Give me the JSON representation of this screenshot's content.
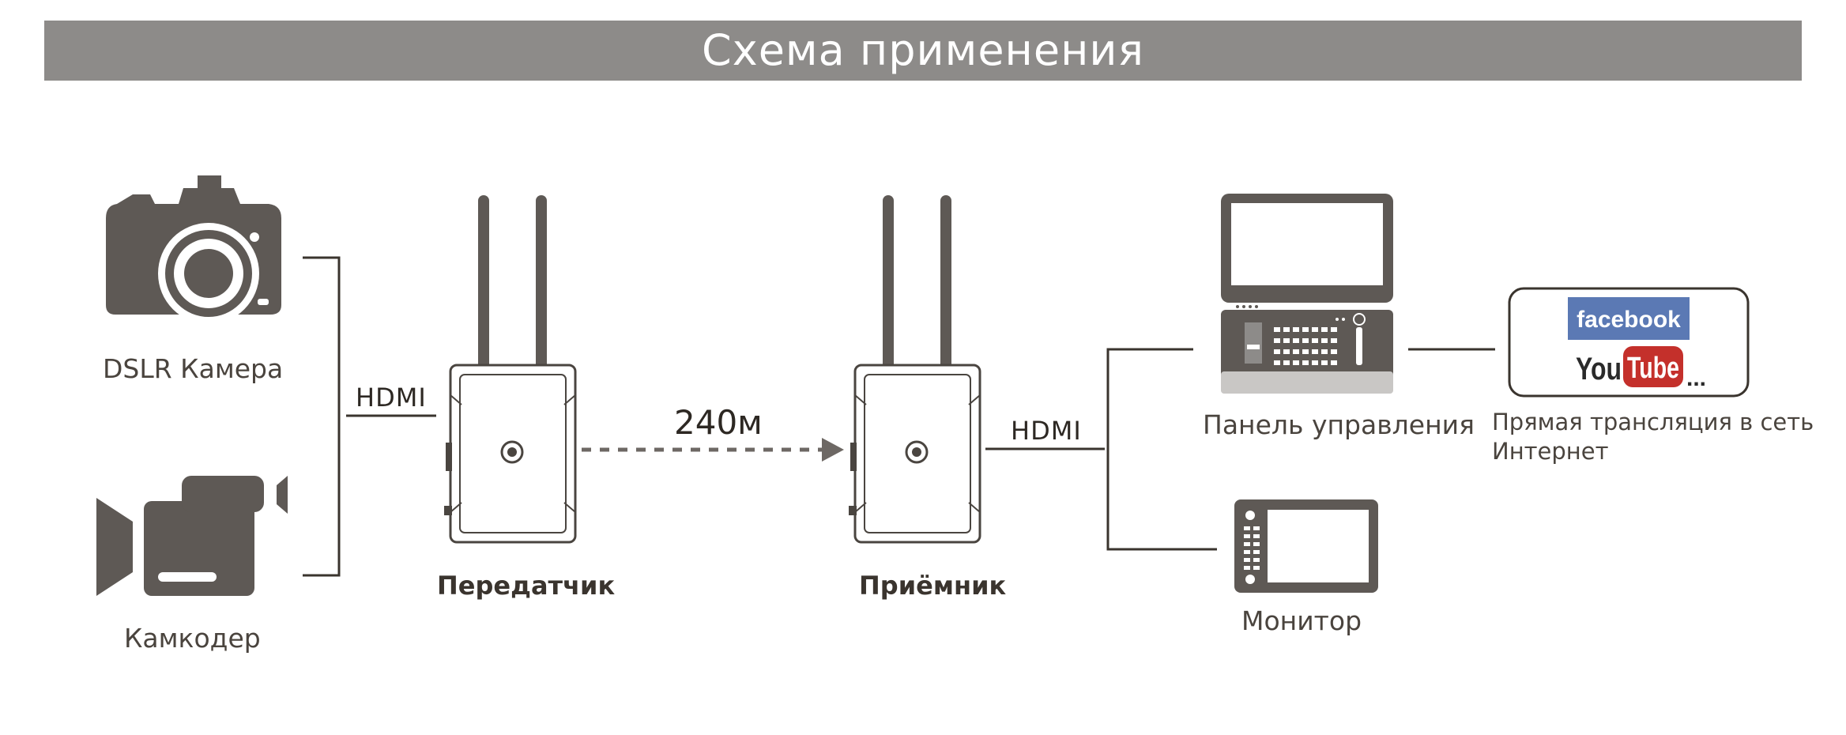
{
  "header": {
    "title": "Схема применения"
  },
  "sources": {
    "dslr_label": "DSLR Камера",
    "camcorder_label": "Камкодер"
  },
  "links": {
    "hdmi_in": "HDMI",
    "hdmi_out": "HDMI",
    "distance": "240м"
  },
  "devices": {
    "transmitter_label": "Передатчик",
    "receiver_label": "Приёмник"
  },
  "outputs": {
    "control_panel_label": "Панель управления",
    "monitor_label": "Монитор",
    "streaming_label_line1": "Прямая трансляция в сеть",
    "streaming_label_line2": "Интернет",
    "streaming_logos": {
      "facebook": "facebook",
      "youtube_you": "You",
      "youtube_tube": "Tube",
      "more": "..."
    }
  },
  "colors": {
    "banner": "#8d8b89",
    "icon_fill": "#5e5955",
    "line": "#3a342e",
    "facebook_blue": "#5b79b4",
    "youtube_red": "#c4302b"
  },
  "icons": [
    "dslr-camera-icon",
    "camcorder-icon",
    "transmitter-icon",
    "receiver-icon",
    "control-panel-icon",
    "monitor-icon",
    "streaming-logos-icon"
  ]
}
